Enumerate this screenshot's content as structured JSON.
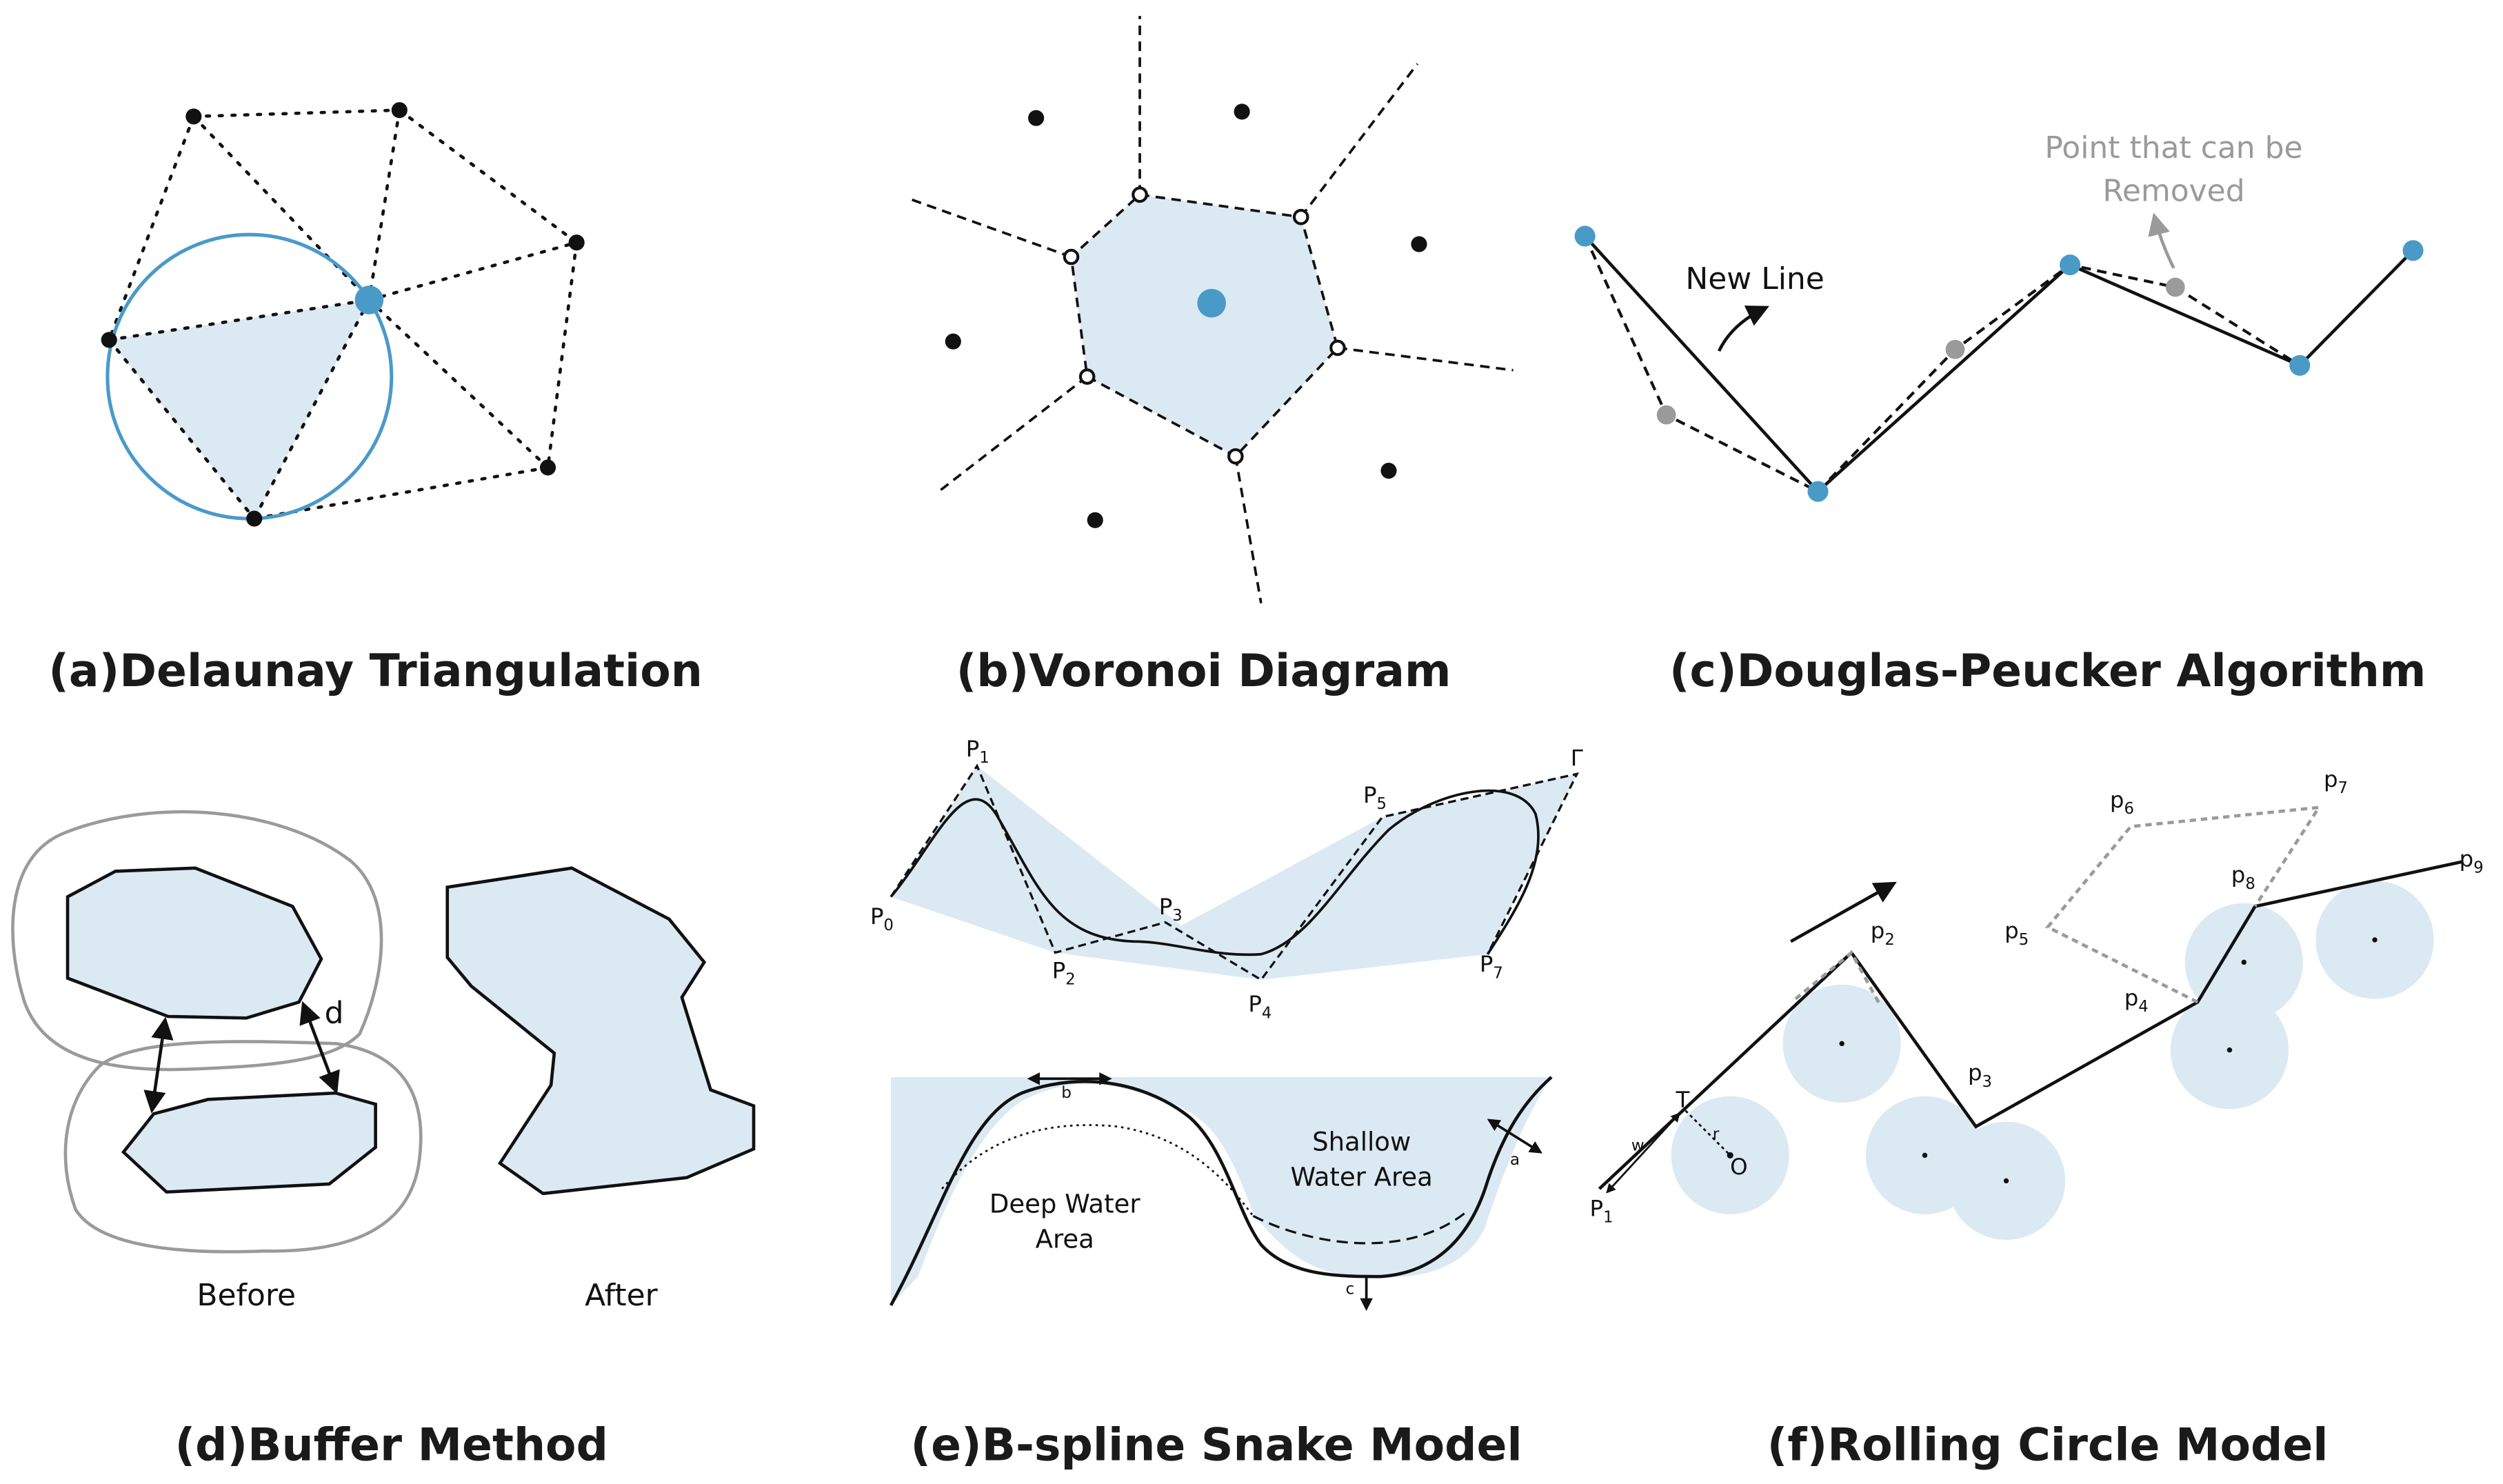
{
  "panels": {
    "a": {
      "caption": "(a)Delaunay Triangulation"
    },
    "b": {
      "caption": "(b)Voronoi Diagram"
    },
    "c": {
      "caption": "(c)Douglas-Peucker Algorithm",
      "new_line_label": "New Line",
      "removable_label_line1": "Point that can be",
      "removable_label_line2": "Removed"
    },
    "d": {
      "caption": "(d)Buffer Method",
      "distance_label": "d",
      "before_label": "Before",
      "after_label": "After"
    },
    "e": {
      "caption": "(e)B-spline Snake Model",
      "point_letter": "P",
      "point_subscripts": [
        "0",
        "1",
        "2",
        "3",
        "4",
        "5",
        "7"
      ],
      "gamma_label": "Γ",
      "shallow_label_line1": "Shallow",
      "shallow_label_line2": "Water Area",
      "deep_label_line1": "Deep Water",
      "deep_label_line2": "Area",
      "a_label": "a",
      "b_label": "b",
      "c_label": "c"
    },
    "f": {
      "caption": "(f)Rolling Circle Model",
      "point_letter": "p",
      "p1_letter": "P",
      "point_subscripts": [
        "1",
        "2",
        "3",
        "4",
        "5",
        "6",
        "7",
        "8",
        "9"
      ],
      "t_label": "T",
      "w_label": "w",
      "r_label": "r",
      "o_label": "O"
    }
  },
  "colors": {
    "fill": "#dbe9f3",
    "accent": "#4a9ac8",
    "grey_point": "#9a9a9a",
    "buffer_outline": "#9a9a9a",
    "ink": "#111111"
  }
}
